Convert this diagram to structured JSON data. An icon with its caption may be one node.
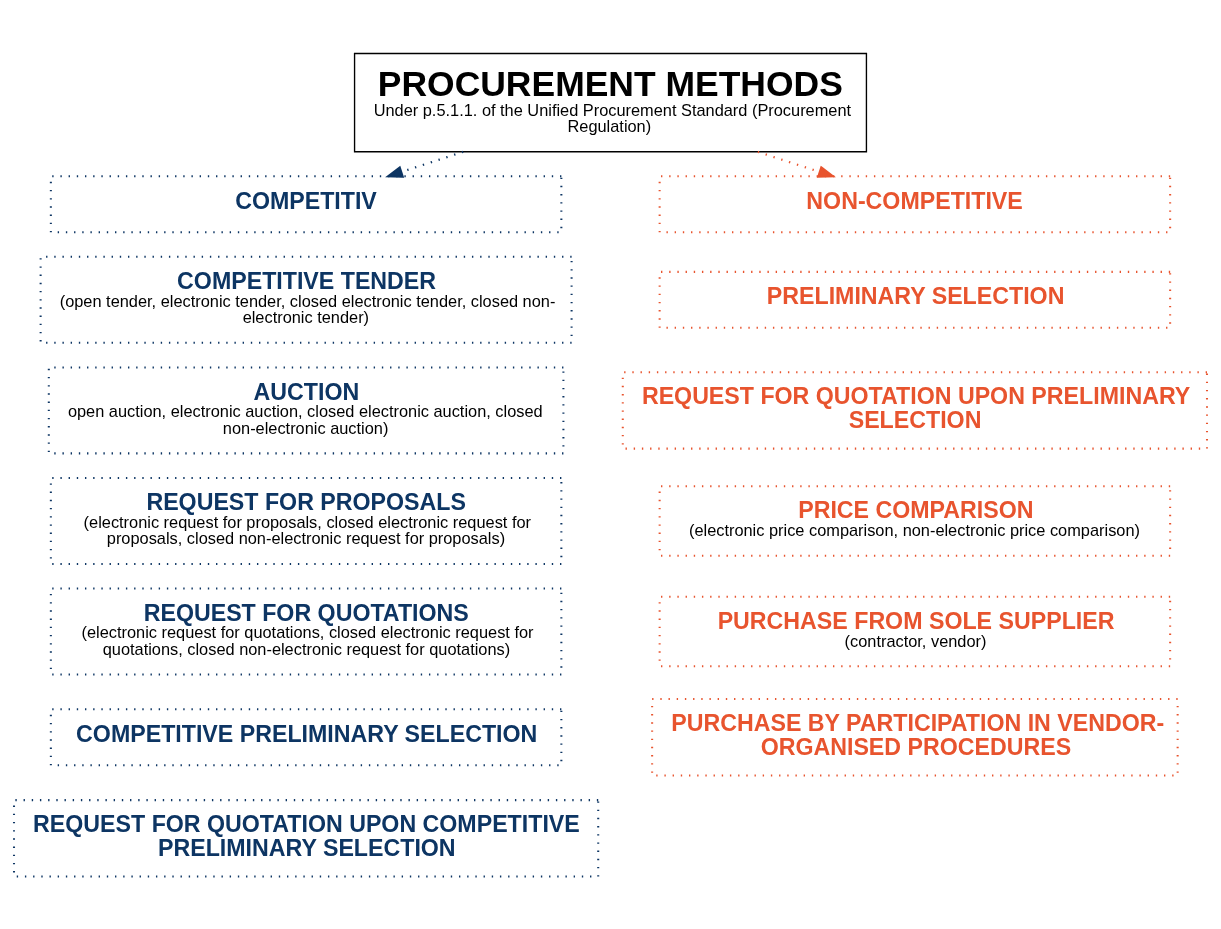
{
  "diagram": {
    "nodes": [
      {
        "text": [
          "PROCUREMENT METHODS",
          "Under p.5.1.1. of the Unified Procurement Standard (Procurement Regulation)"
        ]
      },
      {
        "text": [
          "COMPETITIV"
        ]
      },
      {
        "text": [
          "COMPETITIVE TENDER",
          "(open tender, electronic tender, closed electronic tender, closed non-electronic tender)"
        ]
      },
      {
        "text": [
          "AUCTION",
          "open auction, electronic auction, closed electronic auction, closed non-electronic auction)"
        ]
      },
      {
        "text": [
          "REQUEST FOR PROPOSALS",
          "(electronic request for proposals, closed electronic request for proposals, closed non-electronic request for proposals)"
        ]
      },
      {
        "text": [
          "REQUEST FOR QUOTATIONS",
          "(electronic request for quotations, closed electronic request for quotations, closed non-electronic request for quotations)"
        ]
      },
      {
        "text": [
          "COMPETITIVE PRELIMINARY SELECTION"
        ]
      },
      {
        "text": [
          "REQUEST FOR QUOTATION UPON COMPETITIVE PRELIMINARY SELECTION"
        ]
      },
      {
        "text": [
          "NON-COMPETITIVE"
        ]
      },
      {
        "text": [
          "PRELIMINARY SELECTION"
        ]
      },
      {
        "text": [
          "REQUEST FOR QUOTATION UPON PRELIMINARY SELECTION"
        ]
      },
      {
        "text": [
          "PRICE COMPARISON",
          "(electronic price comparison, non-electronic price comparison)"
        ]
      },
      {
        "text": [
          "PURCHASE FROM SOLE SUPPLIER",
          "(contractor, vendor)"
        ]
      },
      {
        "text": [
          "PURCHASE BY PARTICIPATION IN VENDOR-ORGANISED PROCEDURES"
        ]
      }
    ],
    "edges": [
      {
        "from": 0,
        "to": 1,
        "arrow": "to",
        "style": "dashed",
        "color": "#0d3563"
      },
      {
        "from": 0,
        "to": 8,
        "arrow": "to",
        "style": "dashed",
        "color": "#e8542e"
      }
    ]
  }
}
